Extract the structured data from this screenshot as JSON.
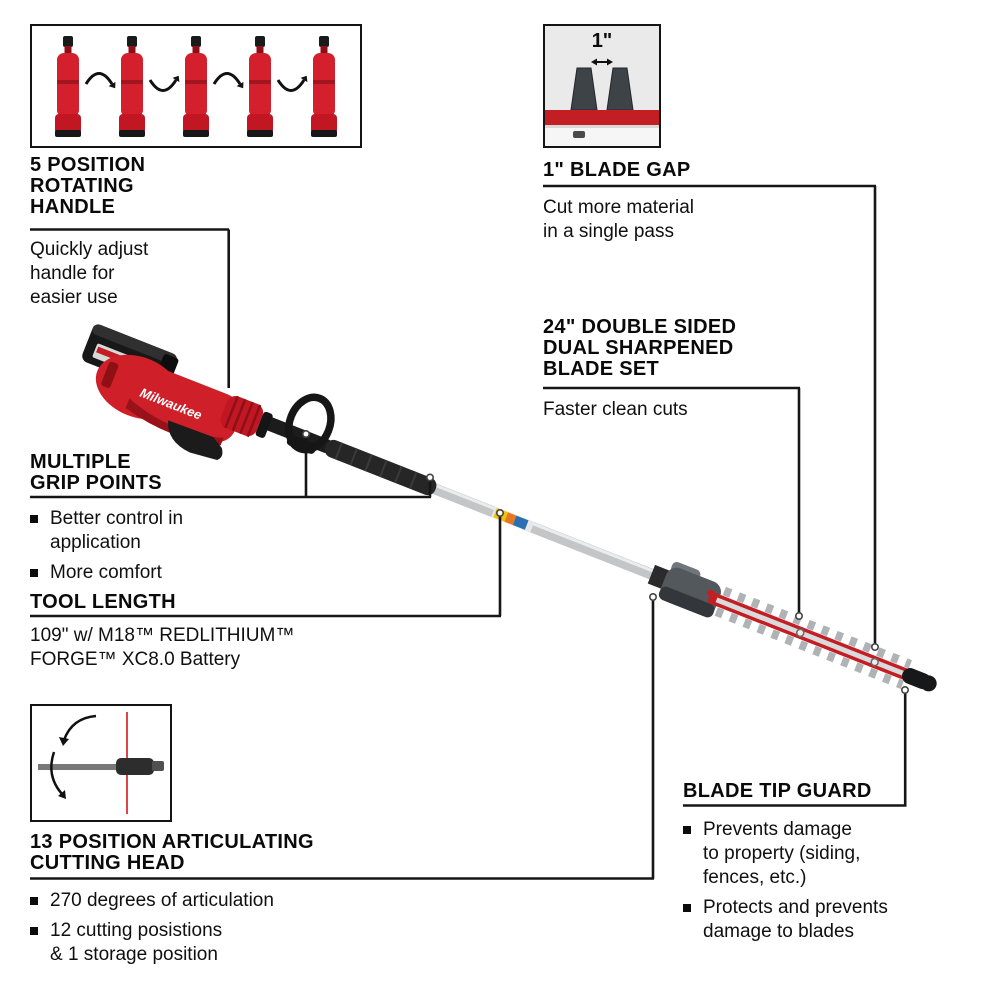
{
  "product": {
    "brand": "Milwaukee"
  },
  "colors": {
    "brand_red": "#c41e25",
    "text": "#0b0b0b"
  },
  "panels": {
    "rotating_handle": {
      "heading": "5 POSITION\nROTATING\nHANDLE",
      "body": "Quickly adjust\nhandle for\neasier use"
    },
    "blade_gap": {
      "heading": "1\" BLADE GAP",
      "gap_label": "1\"",
      "body": "Cut more material\nin a single pass"
    },
    "blade_set": {
      "heading": "24\" DOUBLE SIDED\nDUAL SHARPENED\nBLADE SET",
      "body": "Faster clean cuts"
    },
    "grip_points": {
      "heading": "MULTIPLE\nGRIP POINTS",
      "bullets": [
        "Better control in\napplication",
        "More comfort"
      ]
    },
    "tool_length": {
      "heading": "TOOL LENGTH",
      "body": "109\" w/ M18™ REDLITHIUM™\nFORGE™ XC8.0 Battery"
    },
    "articulating_head": {
      "heading": "13 POSITION ARTICULATING\nCUTTING HEAD",
      "bullets": [
        "270 degrees of articulation",
        "12 cutting posistions\n& 1 storage position"
      ]
    },
    "tip_guard": {
      "heading": "BLADE TIP GUARD",
      "bullets": [
        "Prevents damage\nto property (siding,\nfences, etc.)",
        "Protects and prevents\ndamage to blades"
      ]
    }
  }
}
